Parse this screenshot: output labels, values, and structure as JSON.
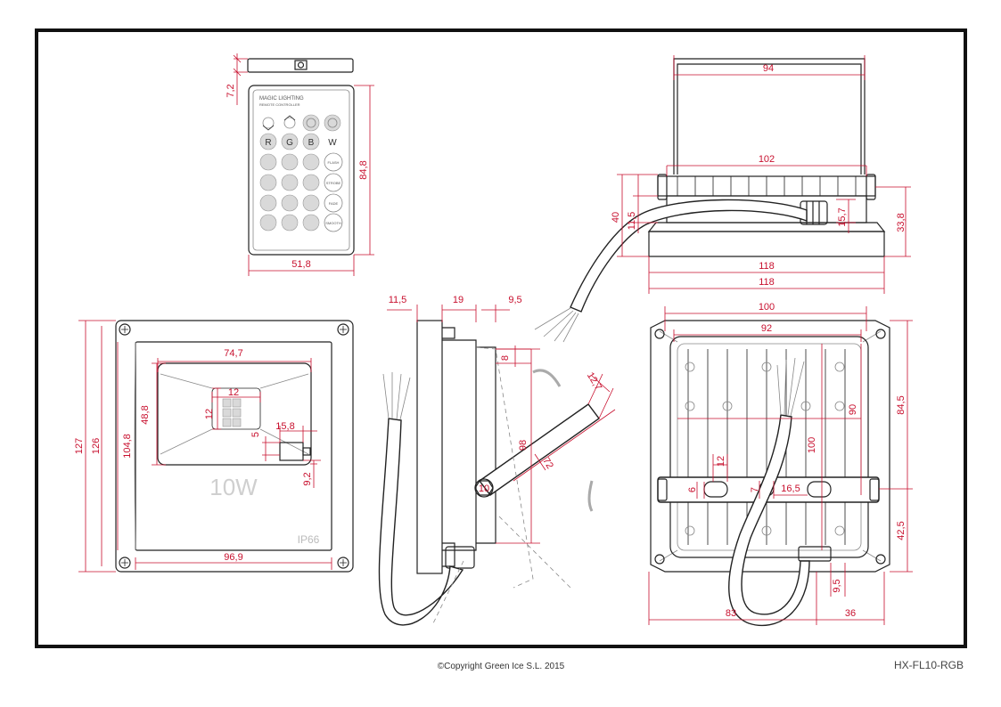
{
  "remote": {
    "brand": "MAGIC LIGHTING",
    "subtitle": "REMOTE CONTROLLER",
    "row_labels": [
      "R",
      "G",
      "B",
      "W"
    ],
    "mode_buttons": [
      "FLASH",
      "STROBE",
      "FADE",
      "SMOOTH"
    ]
  },
  "front": {
    "power_label": "10W",
    "ip_label": "IP66"
  },
  "dimensions": {
    "remote_thickness": "7,2",
    "remote_height": "84,8",
    "remote_width": "51,8",
    "bracket_width": "94",
    "body_width_102": "102",
    "side_40": "40",
    "side_11_5": "11,5",
    "side_15_7": "15,7",
    "side_33_8": "33,8",
    "bottom_118_a": "118",
    "bottom_118_b": "118",
    "front_127": "127",
    "front_126": "126",
    "front_104_8": "104,8",
    "front_74_7": "74,7",
    "front_48_8": "48,8",
    "front_12_w": "12",
    "front_12_h": "12",
    "front_15_8": "15,8",
    "front_5": "5",
    "front_9_2": "9,2",
    "front_96_9": "96,9",
    "side_top_11_5": "11,5",
    "side_top_19": "19",
    "side_top_9_5": "9,5",
    "side_8": "8",
    "side_12_7": "12,7",
    "side_98": "98",
    "side_72": "72",
    "side_10": "10",
    "back_100_top": "100",
    "back_92": "92",
    "back_84_5": "84,5",
    "back_90": "90",
    "back_100_mid": "100",
    "back_12": "12",
    "back_6": "6",
    "back_7": "7",
    "back_16_5": "16,5",
    "back_42_5": "42,5",
    "back_9_5": "9,5",
    "back_83": "83",
    "back_36": "36"
  },
  "footer": {
    "copyright": "©Copyright Green Ice S.L. 2015",
    "model_code": "HX-FL10-RGB"
  }
}
